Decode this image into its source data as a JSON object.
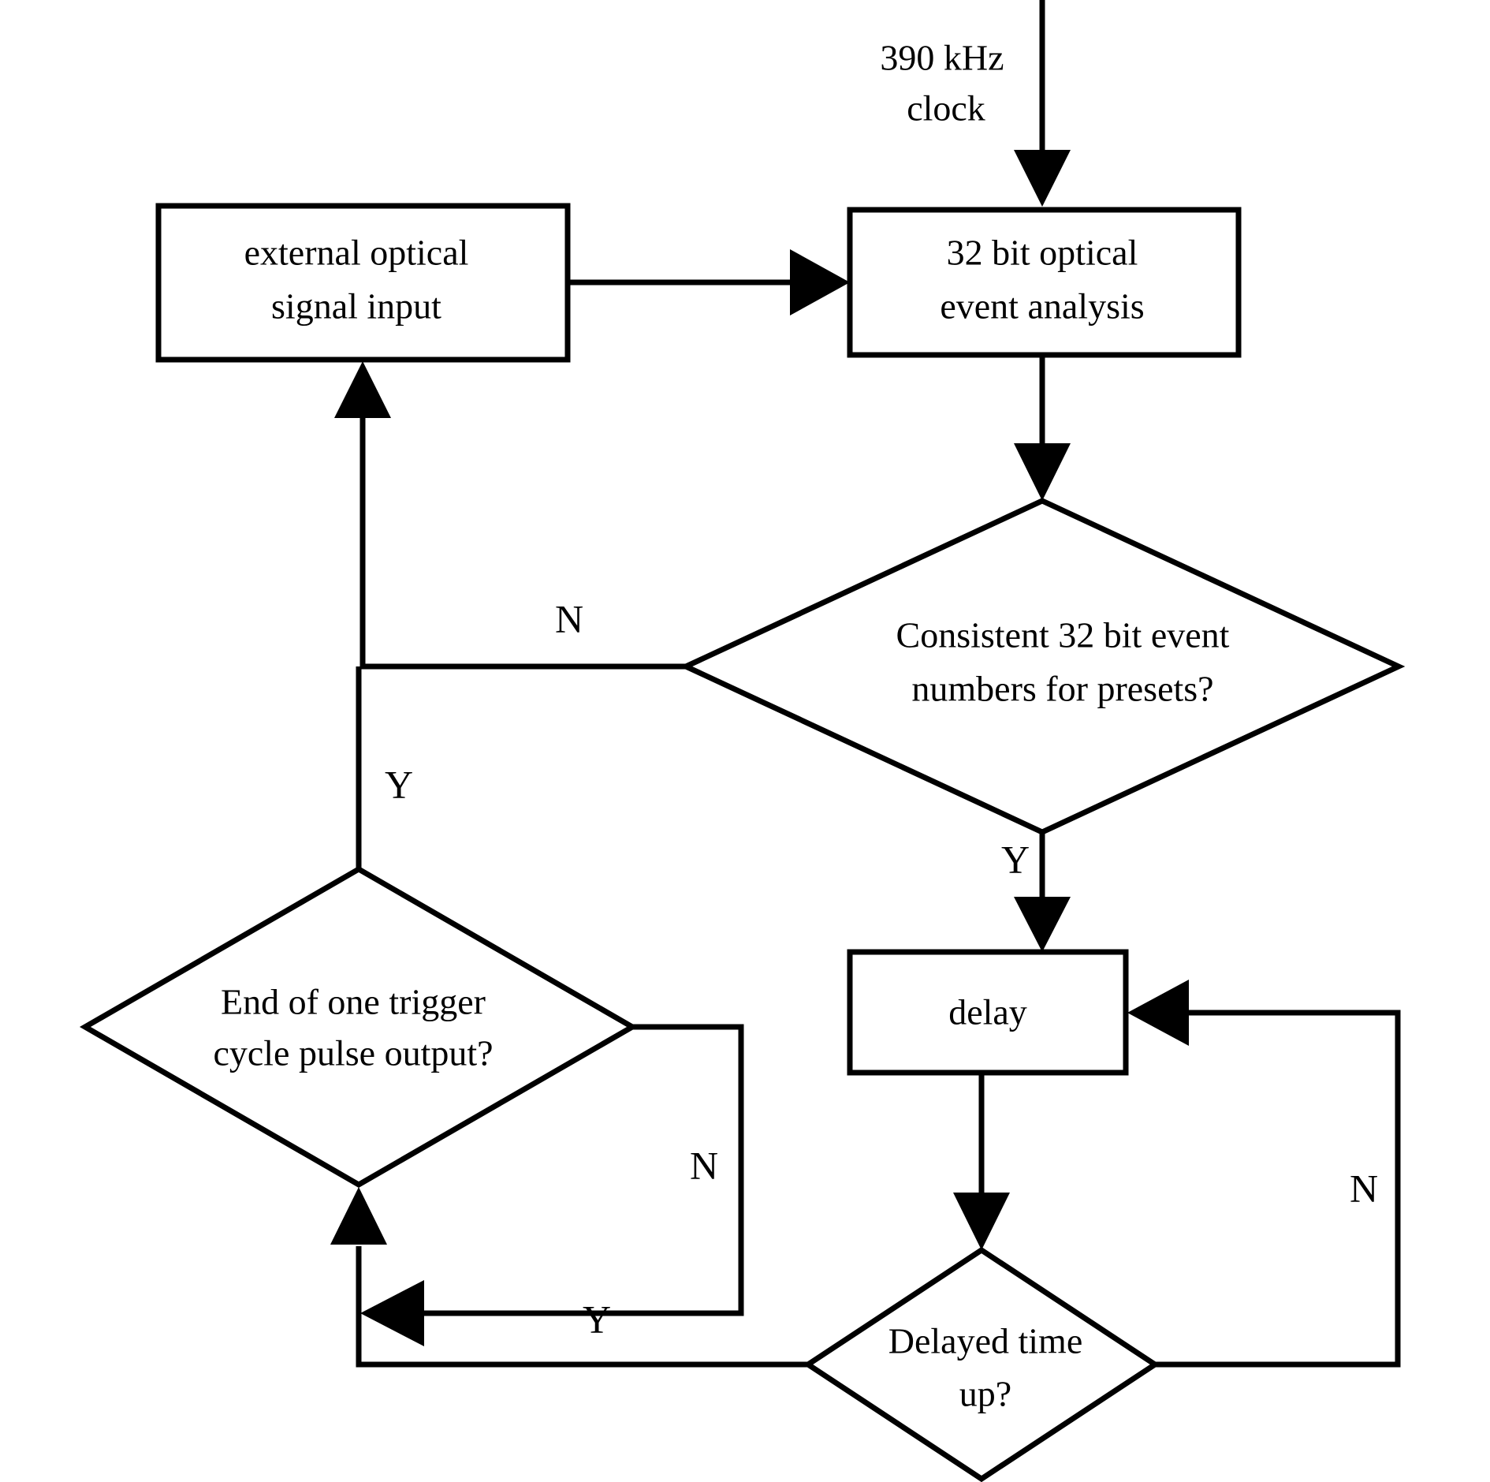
{
  "diagram": {
    "title": "Optical trigger signal processing flowchart",
    "background_color": "#ffffff",
    "line_color": "#000000",
    "nodes": {
      "clock_label_line1": "390 kHz",
      "clock_label_line2": "clock",
      "external_input_line1": "external optical",
      "external_input_line2": "signal input",
      "event_analysis_line1": "32 bit optical",
      "event_analysis_line2": "event analysis",
      "consistent_check_line1": "Consistent 32 bit event",
      "consistent_check_line2": "numbers for presets?",
      "delay_label": "delay",
      "trigger_check_line1": "End of one trigger",
      "trigger_check_line2": "cycle pulse output?",
      "delayed_check_line1": "Delayed time",
      "delayed_check_line2": "up?"
    },
    "edge_labels": {
      "consistent_no": "N",
      "consistent_yes": "Y",
      "trigger_yes": "Y",
      "trigger_no": "N",
      "delayed_no": "N",
      "delayed_yes": "Y"
    }
  }
}
